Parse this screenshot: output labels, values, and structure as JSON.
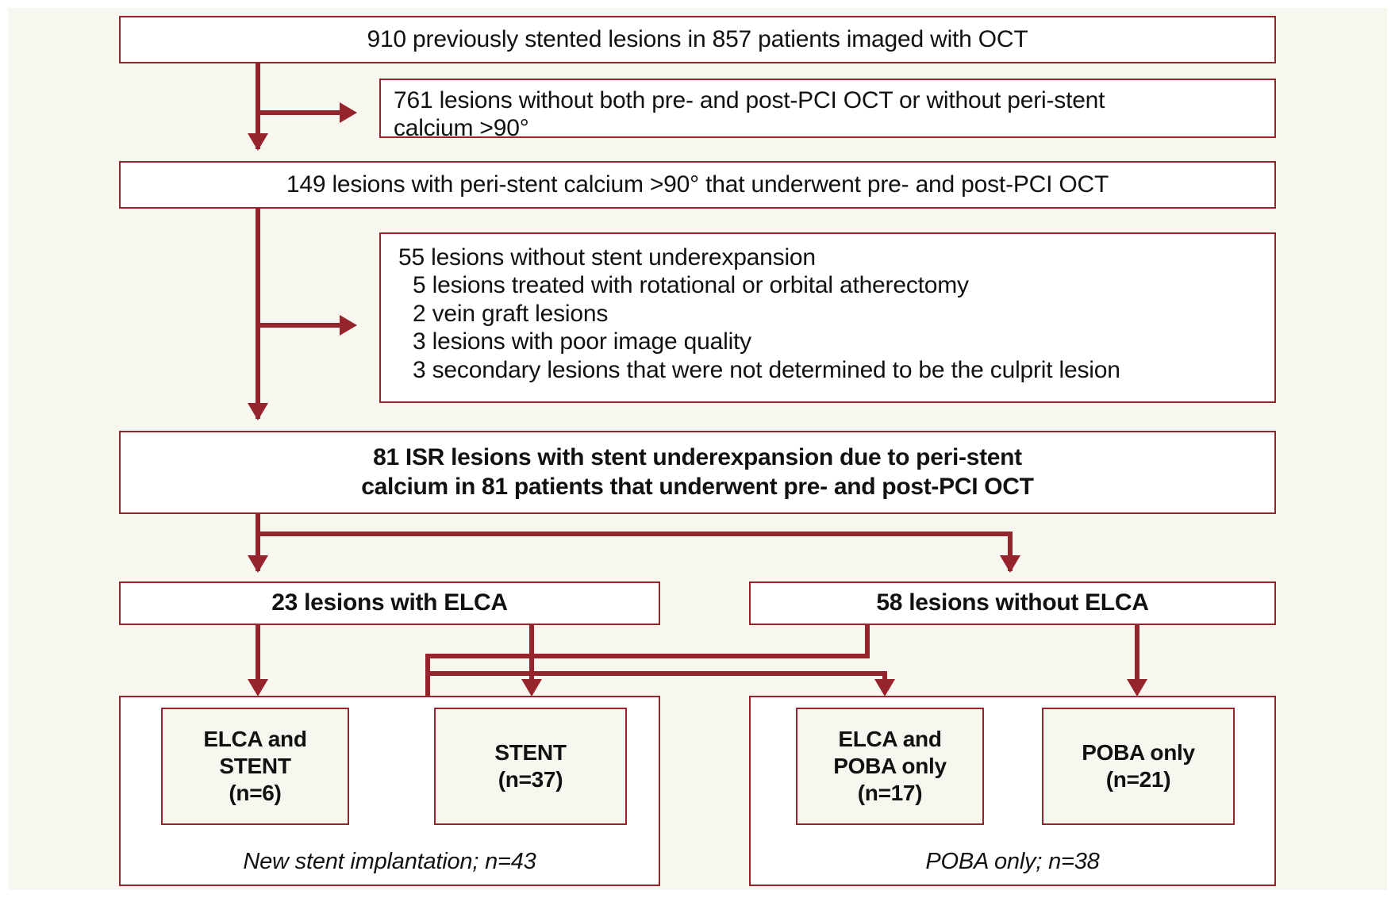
{
  "figure": {
    "type": "flowchart",
    "title": "Study flow diagram of previously stented lesions imaged with OCT",
    "colors": {
      "border": "#96242c",
      "connector": "#96242c",
      "page_background": "#f7f6ef",
      "box_background": "#ffffff",
      "inner_box_background": "#f7f6ef",
      "text": "#111111"
    }
  },
  "nodes": {
    "enrolled": {
      "text": "910 previously stented lesions in 857 patients imaged with OCT",
      "count": 910,
      "patients": 857
    },
    "excluded_1": {
      "line1": "761 lesions without both pre- and post-PCI OCT or without peri-stent",
      "line2": "calcium >90°",
      "count": 761
    },
    "eligible": {
      "text": "149 lesions with peri-stent calcium >90° that underwent pre- and post-PCI OCT",
      "count": 149
    },
    "excluded_2": {
      "lines": [
        "55 lesions without stent underexpansion",
        "5 lesions treated with rotational or orbital atherectomy",
        "2 vein graft lesions",
        "3 lesions with poor image quality",
        "3 secondary lesions that were not determined to be the culprit lesion"
      ],
      "counts": [
        55,
        5,
        2,
        3,
        3
      ]
    },
    "analyzed": {
      "line1": "81 ISR lesions with stent underexpansion due to peri-stent",
      "line2": "calcium in 81 patients that underwent pre- and post-PCI OCT",
      "count": 81
    },
    "branch_left": {
      "text": "23 lesions with ELCA",
      "count": 23
    },
    "branch_right": {
      "text": "58 lesions without ELCA",
      "count": 58
    },
    "leaf_elca_stent": {
      "line1": "ELCA and",
      "line2": "STENT",
      "line3": "(n=6)",
      "count": 6
    },
    "leaf_stent": {
      "line1": "STENT",
      "line2": "(n=37)",
      "count": 37
    },
    "leaf_elca_poba": {
      "line1": "ELCA and",
      "line2": "POBA only",
      "line3": "(n=17)",
      "count": 17
    },
    "leaf_poba": {
      "line1": "POBA only",
      "line2": "(n=21)",
      "count": 21
    },
    "group_left_caption": {
      "text": "New stent implantation; n=43",
      "count": 43
    },
    "group_right_caption": {
      "text": "POBA only; n=38",
      "count": 38
    }
  }
}
